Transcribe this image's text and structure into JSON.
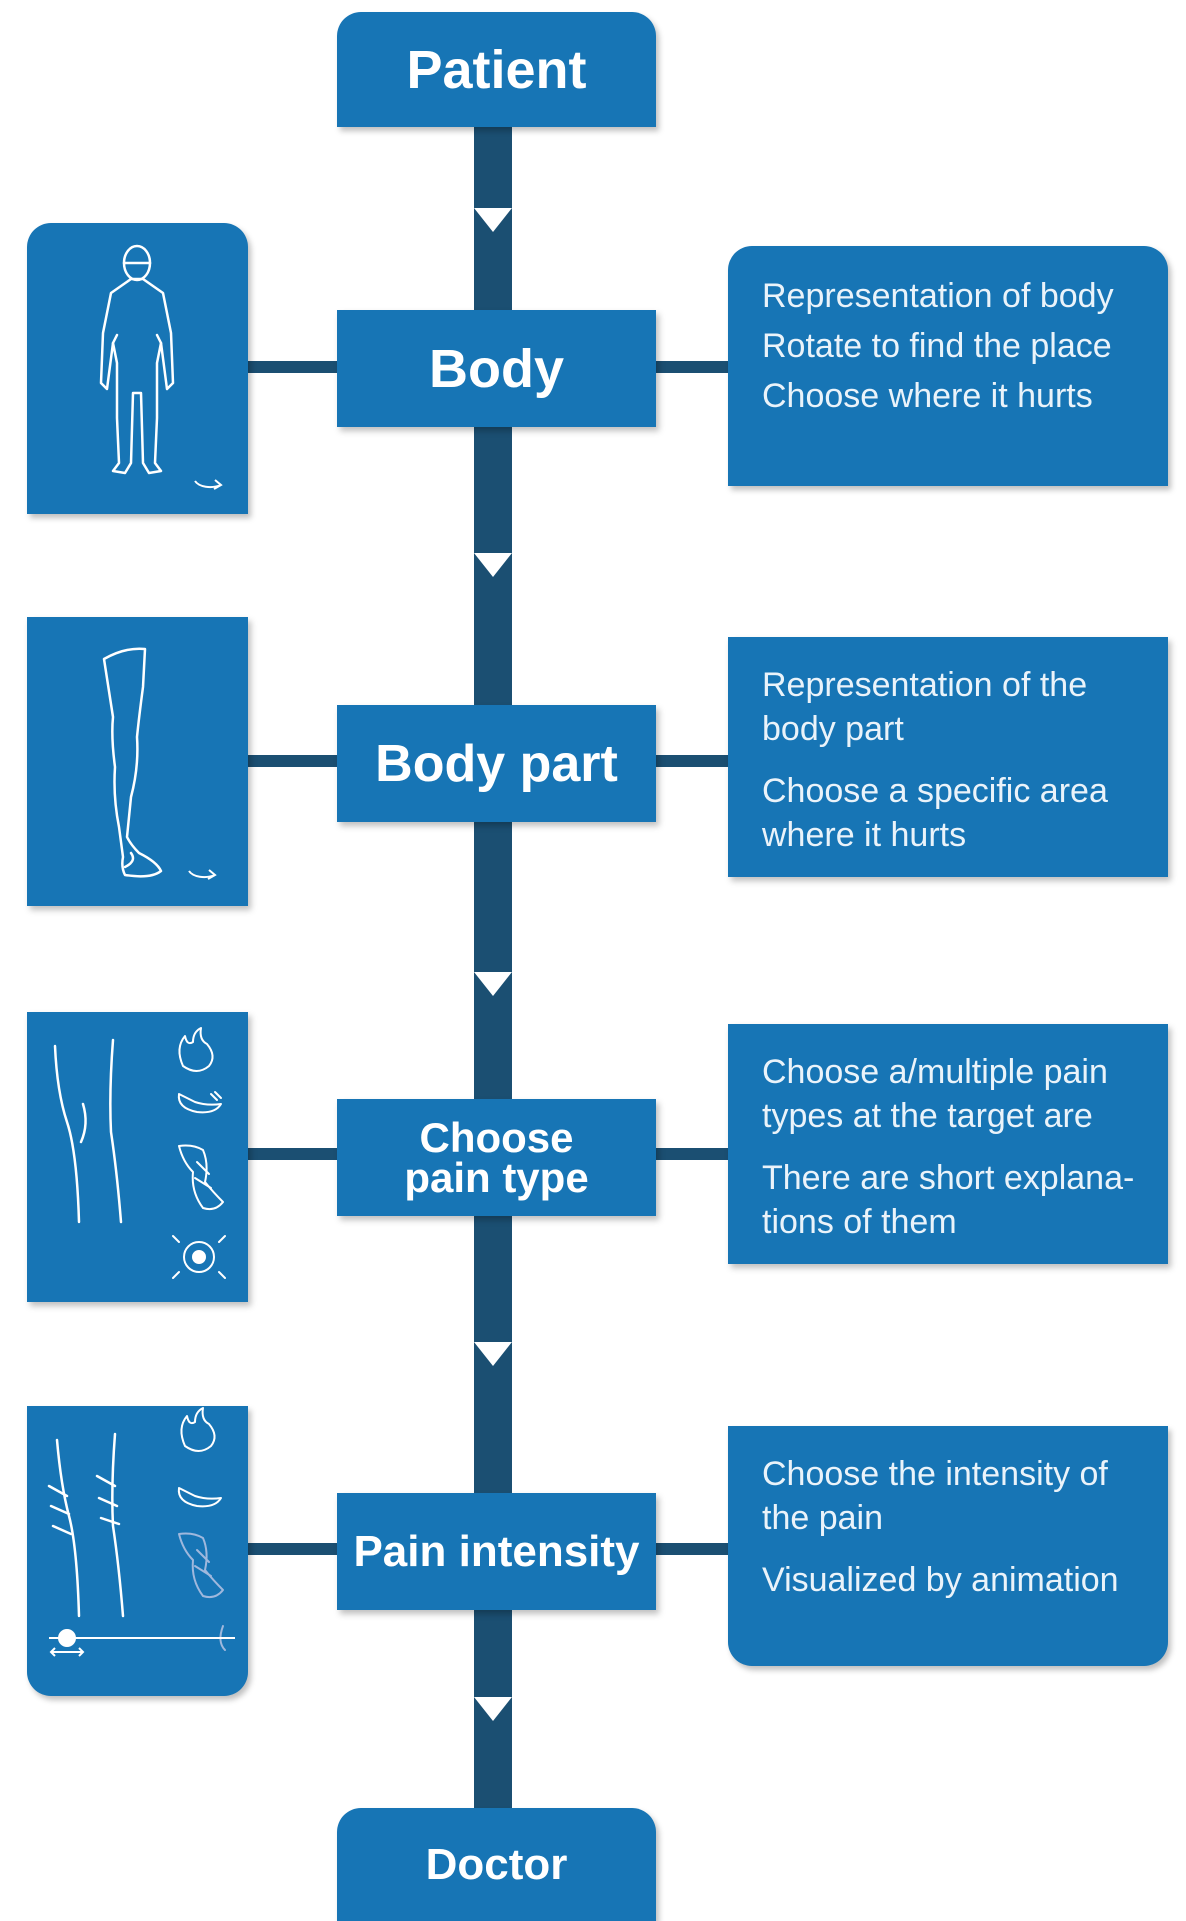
{
  "nodes": {
    "patient": "Patient",
    "body": "Body",
    "body_part": "Body part",
    "pain_type_line1": "Choose",
    "pain_type_line2": "pain type",
    "pain_intensity": "Pain intensity",
    "doctor": "Doctor"
  },
  "info": {
    "body": [
      "Representation of body",
      "Rotate to find the place",
      "Choose where it hurts"
    ],
    "body_part": [
      "Representation of the body part",
      "Choose a specific area where it hurts"
    ],
    "pain_type": [
      "Choose a/multiple pain types at the target are",
      "There are short explana-tions of them"
    ],
    "pain_intensity": [
      "Choose the intensity of the pain",
      "Visualized by animation"
    ]
  },
  "icons": {
    "body": "full-body-figure-icon",
    "body_part": "leg-icon",
    "pain_type": "pain-type-icons",
    "pain_intensity": "pain-intensity-icons",
    "rotate": "rotate-arrow-icon"
  },
  "colors": {
    "node_fill": "#1775b5",
    "connector": "#1b4f72",
    "text": "#ffffff"
  }
}
